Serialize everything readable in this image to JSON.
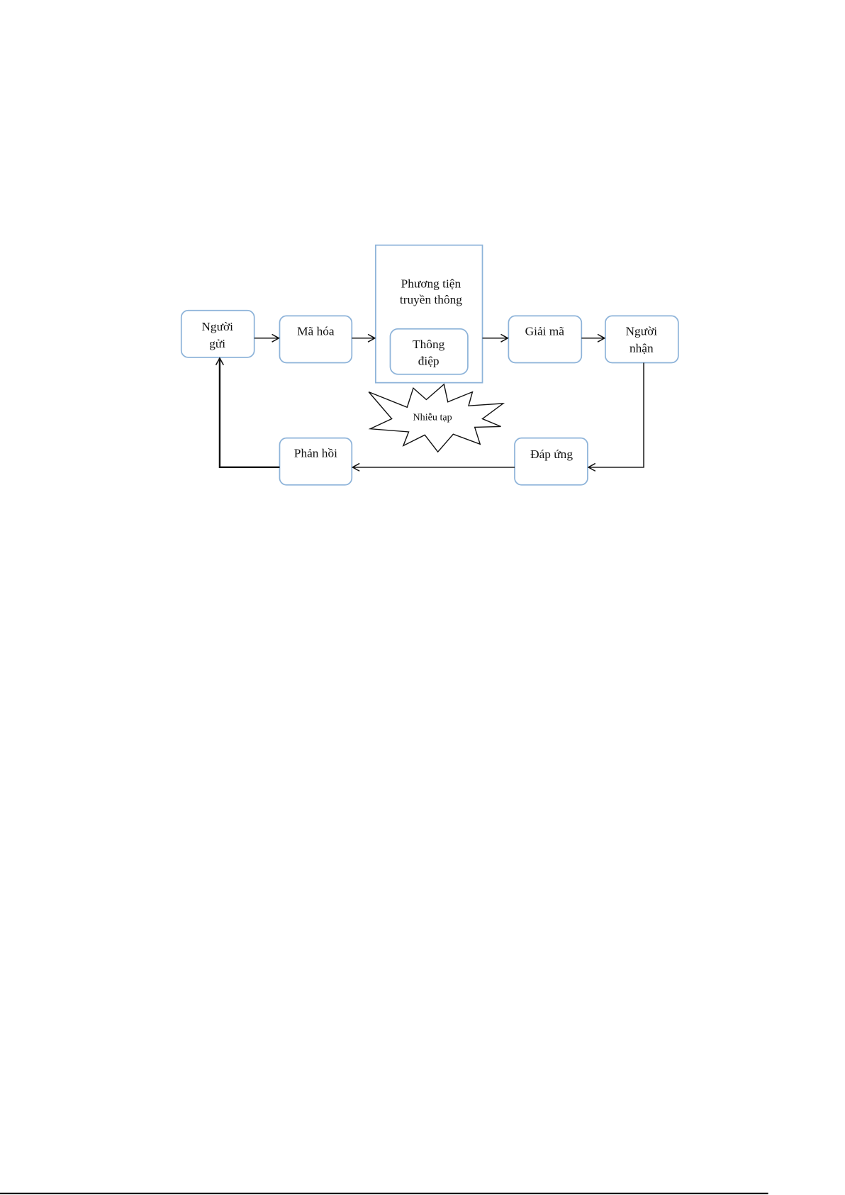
{
  "diagram": {
    "nodes": {
      "sender": [
        "Người",
        "gửi"
      ],
      "encode": "Mã hóa",
      "channel": [
        "Phương tiện",
        "truyền thông"
      ],
      "message": [
        "Thông",
        "điệp"
      ],
      "decode": "Giải mã",
      "receiver": [
        "Người",
        "nhận"
      ],
      "noise": "Nhiễu tạp",
      "response": "Đáp ứng",
      "feedback": "Phản hồi"
    },
    "colors": {
      "box_border": "#8db3d9",
      "line": "#111111"
    }
  }
}
